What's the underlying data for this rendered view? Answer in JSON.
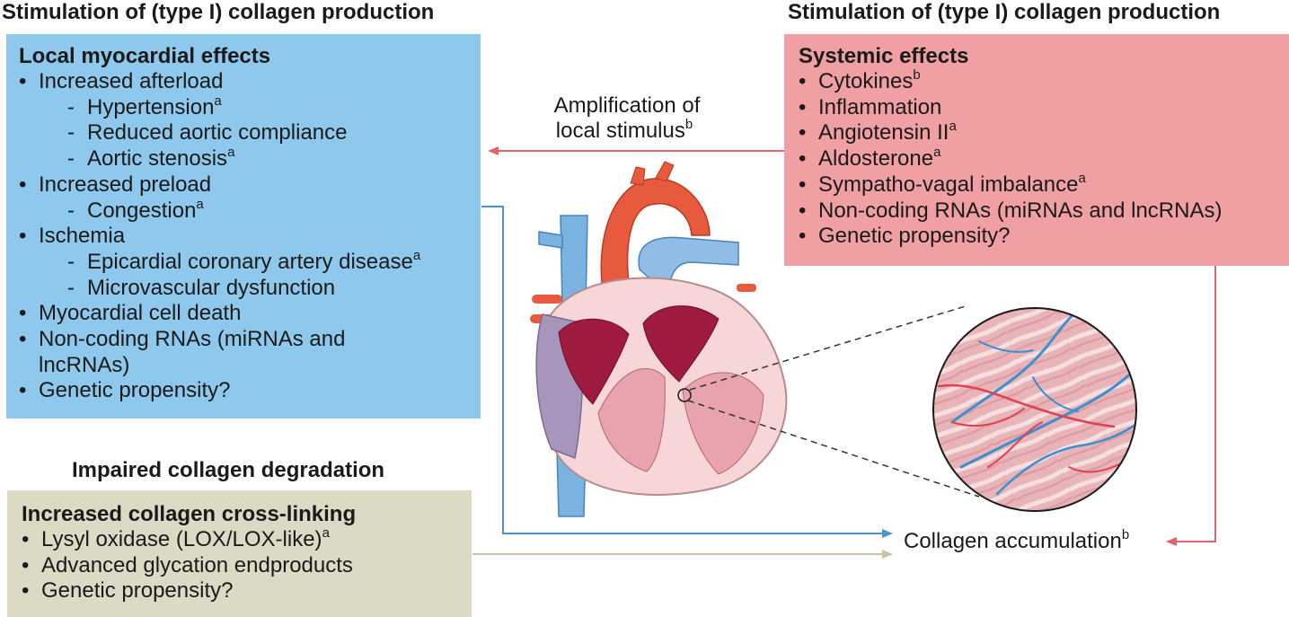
{
  "headings": {
    "left": "Stimulation of (type I) collagen production",
    "right": "Stimulation of (type I) collagen production",
    "bottom": "Impaired collagen degradation"
  },
  "local_box": {
    "title": "Local myocardial effects",
    "color": "#8ec8ec",
    "items": [
      {
        "level": 1,
        "mark": "•",
        "text": "Increased afterload",
        "sup": ""
      },
      {
        "level": 2,
        "mark": "-",
        "text": "Hypertension",
        "sup": "a"
      },
      {
        "level": 2,
        "mark": "-",
        "text": "Reduced aortic compliance",
        "sup": ""
      },
      {
        "level": 2,
        "mark": "-",
        "text": "Aortic stenosis",
        "sup": "a"
      },
      {
        "level": 1,
        "mark": "•",
        "text": "Increased preload",
        "sup": ""
      },
      {
        "level": 2,
        "mark": "-",
        "text": "Congestion",
        "sup": "a"
      },
      {
        "level": 1,
        "mark": "•",
        "text": "Ischemia",
        "sup": ""
      },
      {
        "level": 2,
        "mark": "-",
        "text": "Epicardial coronary artery disease",
        "sup": "a"
      },
      {
        "level": 2,
        "mark": "-",
        "text": "Microvascular dysfunction",
        "sup": ""
      },
      {
        "level": 1,
        "mark": "•",
        "text": "Myocardial cell death",
        "sup": ""
      },
      {
        "level": 1,
        "mark": "•",
        "text": "Non-coding RNAs (miRNAs and",
        "sup": ""
      },
      {
        "level": 1,
        "mark": "",
        "text": "lncRNAs)",
        "sup": ""
      },
      {
        "level": 1,
        "mark": "•",
        "text": "Genetic propensity?",
        "sup": ""
      }
    ]
  },
  "systemic_box": {
    "title": "Systemic effects",
    "color": "#f0a0a3",
    "items": [
      {
        "level": 1,
        "mark": "•",
        "text": "Cytokines",
        "sup": "b"
      },
      {
        "level": 1,
        "mark": "•",
        "text": "Inflammation",
        "sup": ""
      },
      {
        "level": 1,
        "mark": "•",
        "text": "Angiotensin II",
        "sup": "a"
      },
      {
        "level": 1,
        "mark": "•",
        "text": "Aldosterone",
        "sup": "a"
      },
      {
        "level": 1,
        "mark": "•",
        "text": "Sympatho-vagal imbalance",
        "sup": "a"
      },
      {
        "level": 1,
        "mark": "•",
        "text": "Non-coding RNAs (miRNAs and lncRNAs)",
        "sup": ""
      },
      {
        "level": 1,
        "mark": "•",
        "text": "Genetic propensity?",
        "sup": ""
      }
    ]
  },
  "crosslink_box": {
    "title": "Increased collagen cross-linking",
    "color": "#dcd9c4",
    "items": [
      {
        "level": 1,
        "mark": "•",
        "text": "Lysyl oxidase (LOX/LOX-like)",
        "sup": "a"
      },
      {
        "level": 1,
        "mark": "•",
        "text": "Advanced glycation endproducts",
        "sup": ""
      },
      {
        "level": 1,
        "mark": "•",
        "text": "Genetic propensity?",
        "sup": ""
      }
    ]
  },
  "flow": {
    "amplification_line1": "Amplification of",
    "amplification_line2": "local stimulus",
    "amplification_sup": "b",
    "result": "Collagen accumulation",
    "result_sup": "b"
  },
  "colors": {
    "blue_arrow": "#4a93d0",
    "red_arrow": "#e0646c",
    "tan_arrow": "#c8c3a3"
  }
}
